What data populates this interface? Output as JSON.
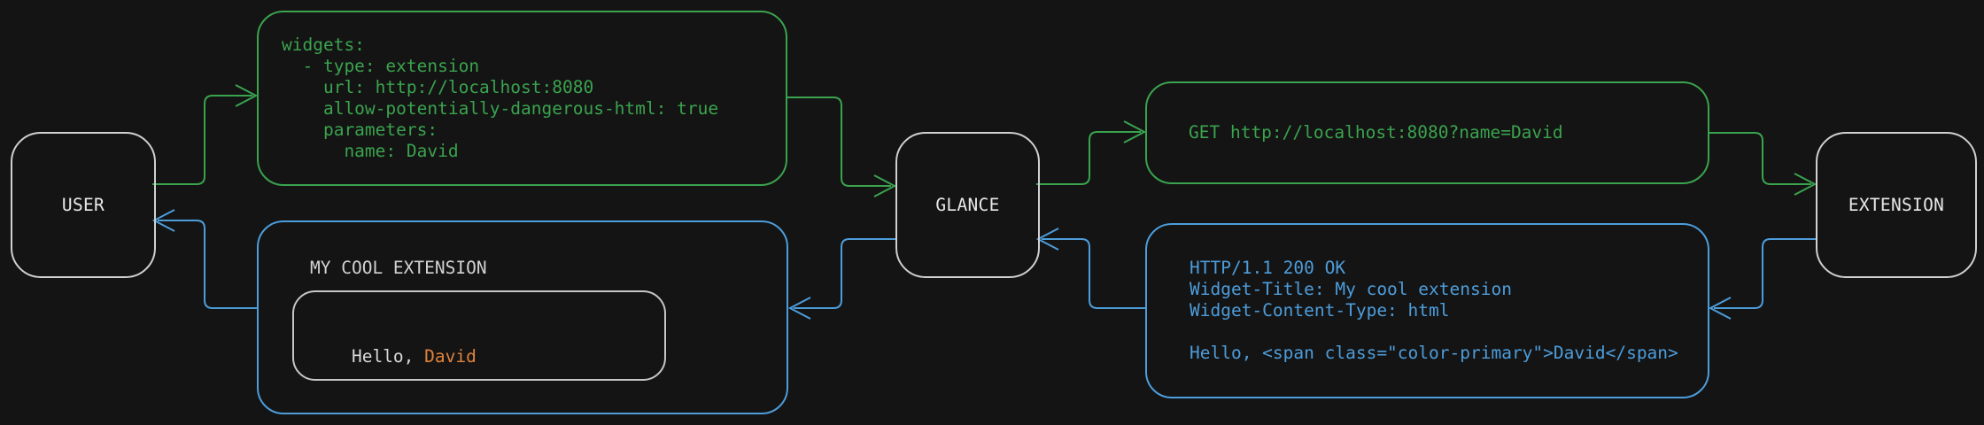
{
  "diagram": {
    "nodes": {
      "user": "USER",
      "glance": "GLANCE",
      "extension": "EXTENSION"
    },
    "config_box": {
      "lines": [
        "widgets:",
        "  - type: extension",
        "    url: http://localhost:8080",
        "    allow-potentially-dangerous-html: true",
        "    parameters:",
        "      name: David"
      ]
    },
    "request_box": {
      "text": "GET http://localhost:8080?name=David"
    },
    "response_box": {
      "lines": [
        "HTTP/1.1 200 OK",
        "Widget-Title: My cool extension",
        "Widget-Content-Type: html",
        "",
        "Hello, <span class=\"color-primary\">David</span>"
      ]
    },
    "preview_box": {
      "title": "MY COOL EXTENSION",
      "greeting_prefix": "Hello, ",
      "greeting_highlight": "David"
    },
    "colors": {
      "background": "#141414",
      "request_flow_green": "#3aa34e",
      "response_flow_blue": "#4d9ddb",
      "highlight_orange": "#e0823c",
      "node_border_gray": "#d0d0d0"
    }
  }
}
